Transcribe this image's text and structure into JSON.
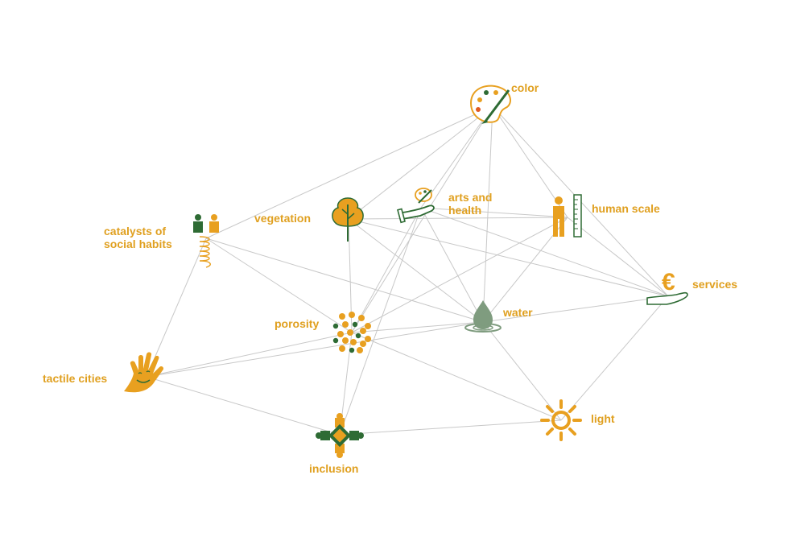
{
  "colors": {
    "orange": "#e8a020",
    "green": "#2e6b34",
    "sage": "#7f9c7f",
    "edge": "#c8c8c8"
  },
  "nodes": [
    {
      "id": "color",
      "label_lines": [
        "color"
      ],
      "icon": "palette-icon"
    },
    {
      "id": "arts_health",
      "label_lines": [
        "arts and",
        "health"
      ],
      "icon": "hand-palette-icon"
    },
    {
      "id": "vegetation",
      "label_lines": [
        "vegetation"
      ],
      "icon": "tree-icon"
    },
    {
      "id": "human_scale",
      "label_lines": [
        "human scale"
      ],
      "icon": "person-ruler-icon"
    },
    {
      "id": "catalysts",
      "label_lines": [
        "catalysts of",
        "social habits"
      ],
      "icon": "people-spring-icon"
    },
    {
      "id": "services",
      "label_lines": [
        "services"
      ],
      "icon": "euro-hand-icon"
    },
    {
      "id": "porosity",
      "label_lines": [
        "porosity"
      ],
      "icon": "dots-cluster-icon"
    },
    {
      "id": "water",
      "label_lines": [
        "water"
      ],
      "icon": "water-drop-icon"
    },
    {
      "id": "tactile",
      "label_lines": [
        "tactile cities"
      ],
      "icon": "smiling-hand-icon"
    },
    {
      "id": "light",
      "label_lines": [
        "light"
      ],
      "icon": "sun-icon"
    },
    {
      "id": "inclusion",
      "label_lines": [
        "inclusion"
      ],
      "icon": "puzzle-icon"
    }
  ],
  "edges": [
    [
      "color",
      "catalysts"
    ],
    [
      "color",
      "vegetation"
    ],
    [
      "color",
      "arts_health"
    ],
    [
      "color",
      "porosity"
    ],
    [
      "color",
      "water"
    ],
    [
      "color",
      "human_scale"
    ],
    [
      "color",
      "services"
    ],
    [
      "arts_health",
      "human_scale"
    ],
    [
      "arts_health",
      "services"
    ],
    [
      "arts_health",
      "water"
    ],
    [
      "arts_health",
      "porosity"
    ],
    [
      "arts_health",
      "inclusion"
    ],
    [
      "vegetation",
      "porosity"
    ],
    [
      "vegetation",
      "water"
    ],
    [
      "vegetation",
      "services"
    ],
    [
      "vegetation",
      "human_scale"
    ],
    [
      "human_scale",
      "services"
    ],
    [
      "human_scale",
      "porosity"
    ],
    [
      "human_scale",
      "water"
    ],
    [
      "catalysts",
      "porosity"
    ],
    [
      "catalysts",
      "tactile"
    ],
    [
      "catalysts",
      "water"
    ],
    [
      "porosity",
      "tactile"
    ],
    [
      "porosity",
      "water"
    ],
    [
      "porosity",
      "inclusion"
    ],
    [
      "porosity",
      "light"
    ],
    [
      "water",
      "services"
    ],
    [
      "water",
      "light"
    ],
    [
      "services",
      "light"
    ],
    [
      "tactile",
      "inclusion"
    ],
    [
      "tactile",
      "water"
    ],
    [
      "inclusion",
      "light"
    ]
  ]
}
